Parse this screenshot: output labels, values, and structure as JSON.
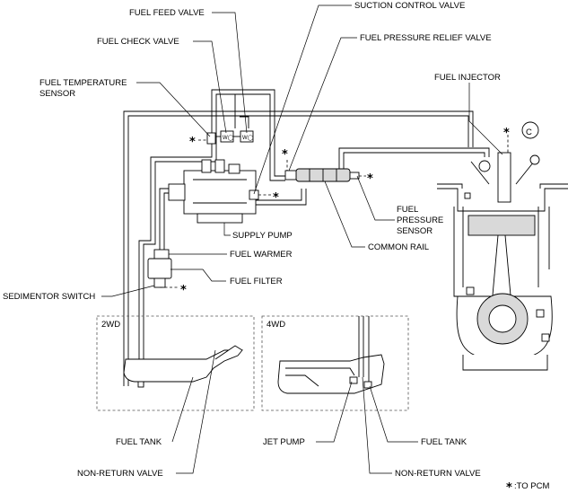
{
  "labels": {
    "fuel_feed_valve": "FUEL FEED VALVE",
    "suction_control_valve": "SUCTION CONTROL VALVE",
    "fuel_check_valve": "FUEL CHECK VALVE",
    "fuel_pressure_relief_valve": "FUEL PRESSURE RELIEF VALVE",
    "fuel_temperature_sensor_1": "FUEL TEMPERATURE",
    "fuel_temperature_sensor_2": "SENSOR",
    "fuel_injector": "FUEL INJECTOR",
    "fuel_pressure_sensor_1": "FUEL",
    "fuel_pressure_sensor_2": "PRESSURE",
    "fuel_pressure_sensor_3": "SENSOR",
    "supply_pump": "SUPPLY PUMP",
    "common_rail": "COMMON RAIL",
    "fuel_warmer": "FUEL WARMER",
    "fuel_filter": "FUEL FILTER",
    "sedimentor_switch": "SEDIMENTOR SWITCH",
    "box_2wd": "2WD",
    "box_4wd": "4WD",
    "fuel_tank_2wd": "FUEL TANK",
    "jet_pump": "JET PUMP",
    "fuel_tank_4wd": "FUEL TANK",
    "non_return_valve_2wd": "NON-RETURN VALVE",
    "non_return_valve_4wd": "NON-RETURN VALVE",
    "circle_c": "C",
    "legend_to_pcm": ":TO PCM"
  },
  "pcm_marker": "*",
  "colors": {
    "line": "#000000",
    "shade": "#d9d9d9",
    "box": "#555555"
  }
}
